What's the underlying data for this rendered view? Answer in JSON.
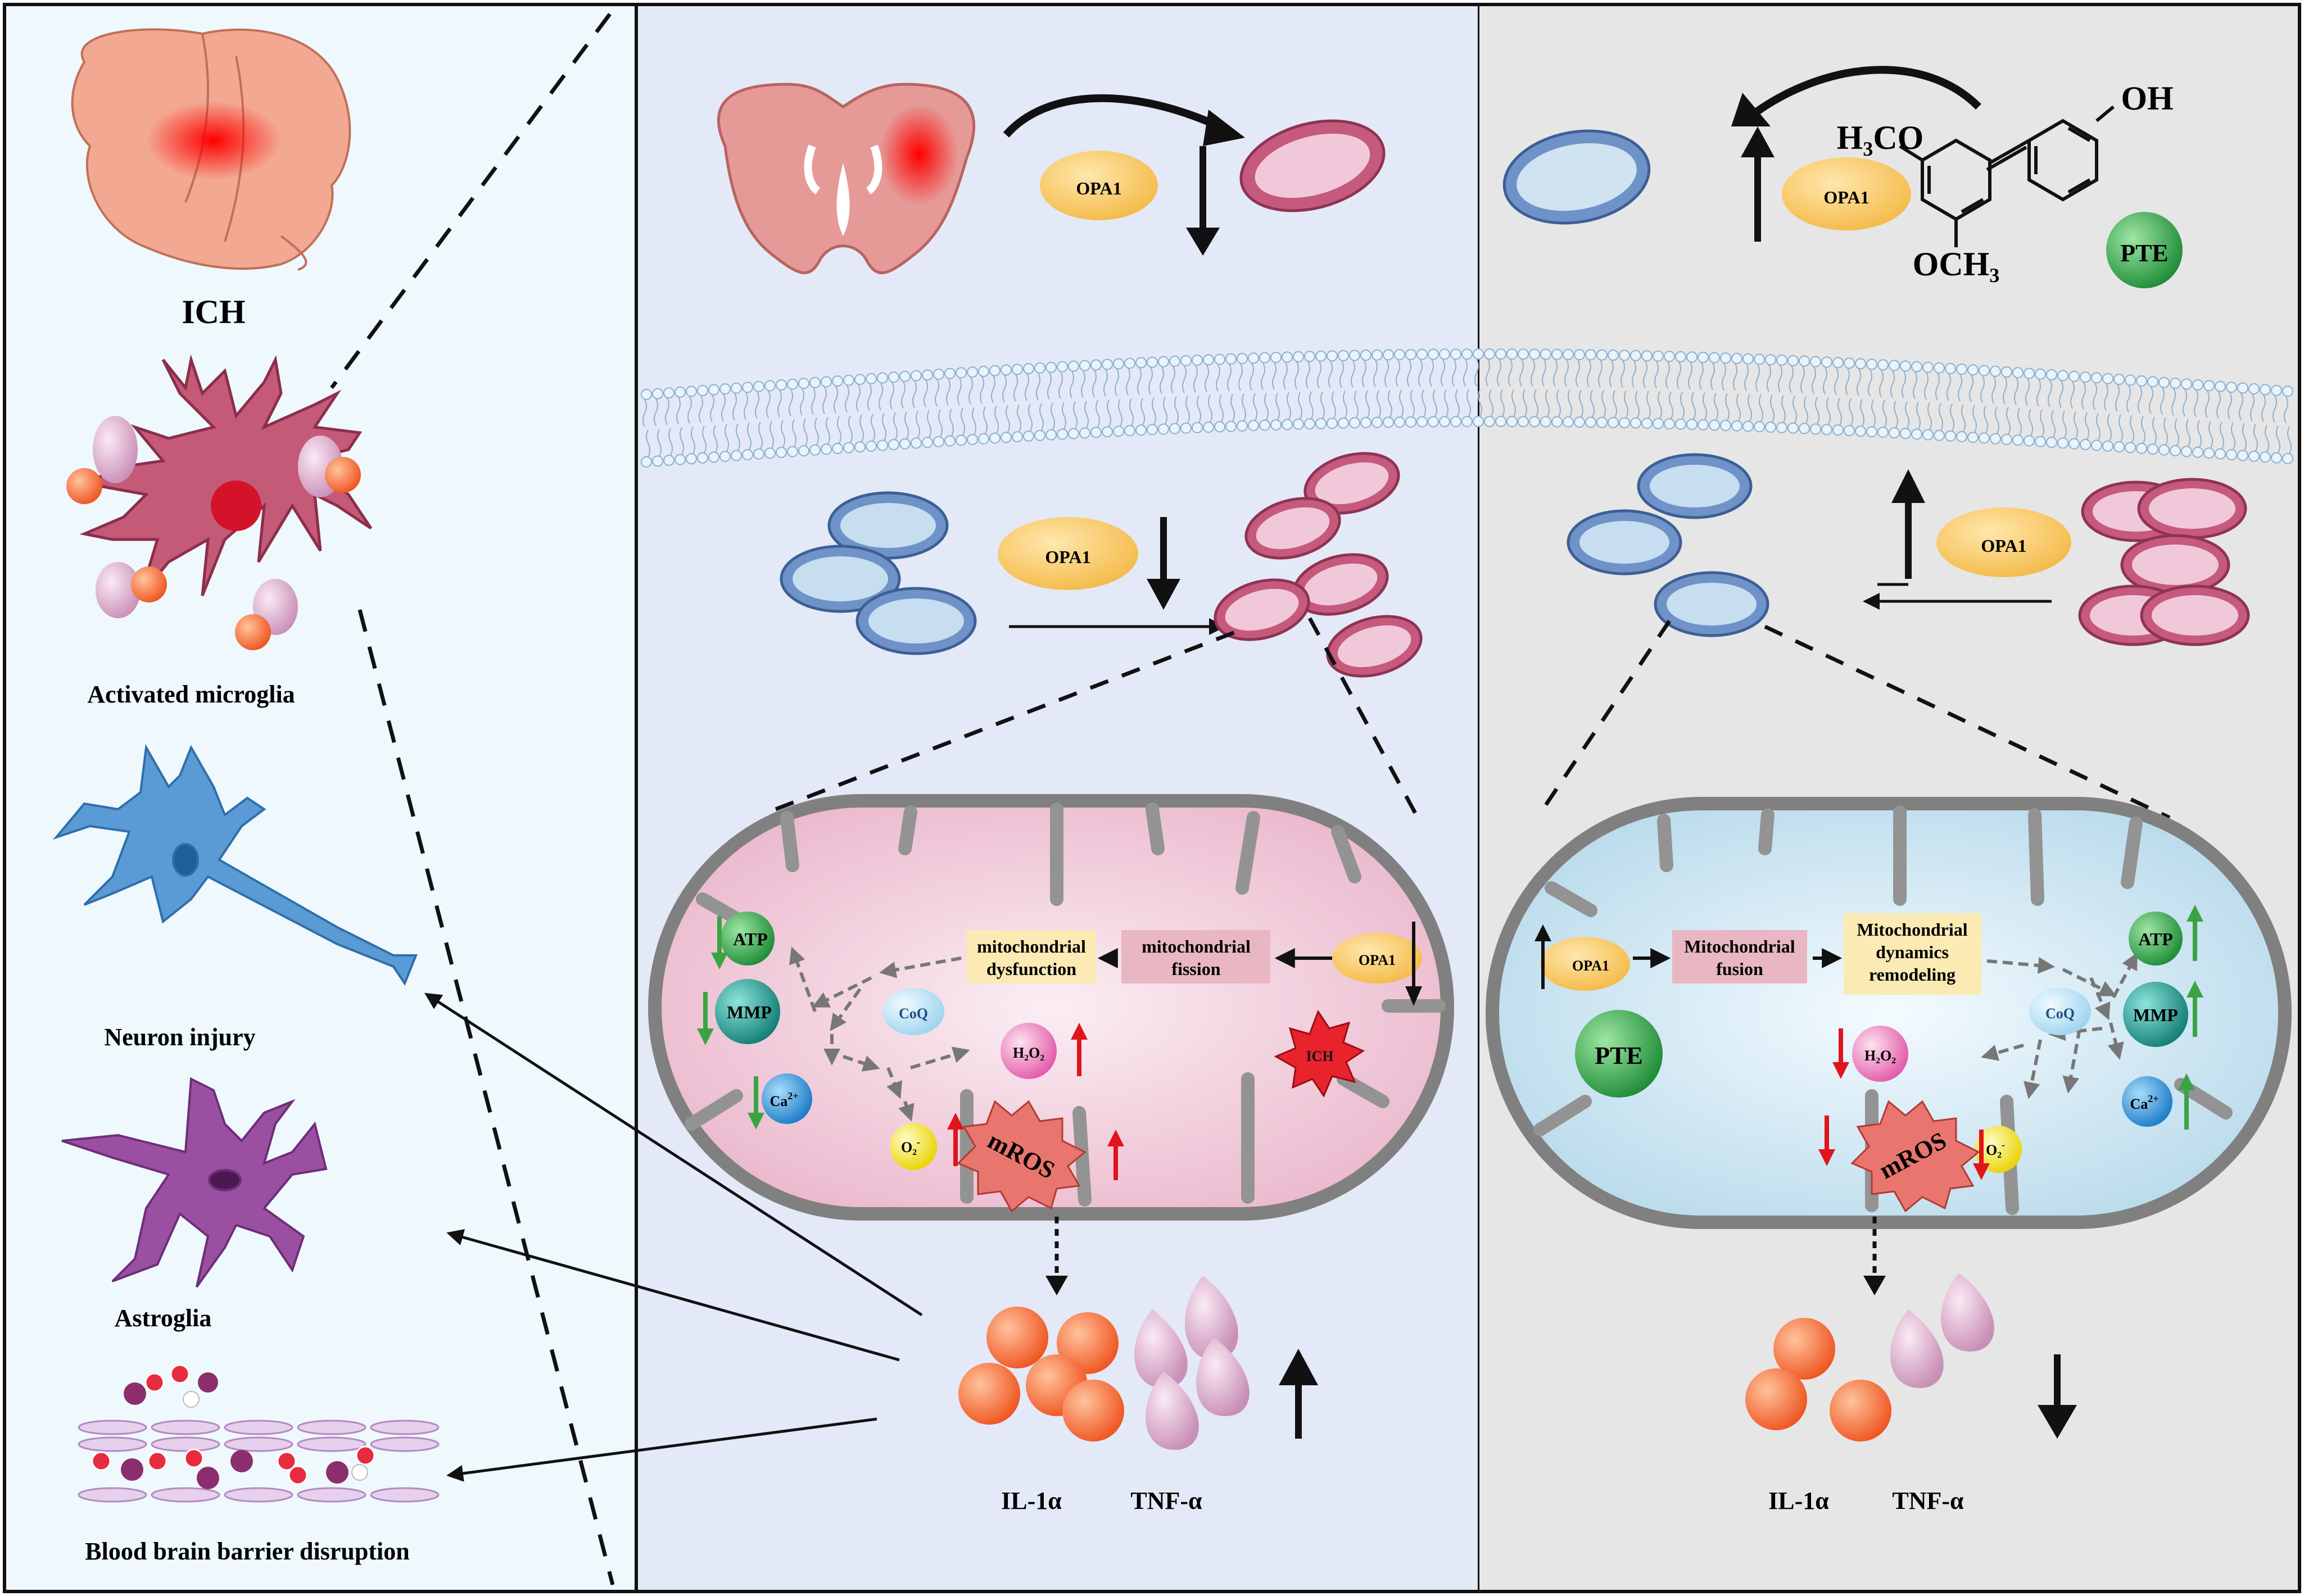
{
  "left_panel": {
    "ich_label": "ICH",
    "microglia_label": "Activated microglia",
    "neuron_label": "Neuron injury",
    "astroglia_label": "Astroglia",
    "bbb_label": "Blood brain barrier disruption"
  },
  "middle_panel": {
    "opa1_top": "OPA1",
    "opa1_mid": "OPA1",
    "opa1_inner": "OPA1",
    "fission_box": "mitochondrial fission",
    "fission_line1": "mitochondrial",
    "fission_line2": "fission",
    "dysfunction_line1": "mitochondrial",
    "dysfunction_line2": "dysfunction",
    "ich_badge": "ICH",
    "atp": "ATP",
    "mmp": "MMP",
    "coq": "CoQ",
    "ca": "Ca",
    "ca_sup": "2+",
    "h2o2": "H₂O₂",
    "o2": "O₂",
    "o2_sup": "-",
    "mros": "mROS",
    "il1a": "IL-1α",
    "tnfa": "TNF-α"
  },
  "right_panel": {
    "opa1_top": "OPA1",
    "opa1_mid": "OPA1",
    "opa1_inner": "OPA1",
    "h3co": "H₃CO",
    "oh": "OH",
    "och3": "OCH₃",
    "pte_top": "PTE",
    "pte_inner": "PTE",
    "fusion_line1": "Mitochondrial",
    "fusion_line2": "fusion",
    "remodel_line1": "Mitochondrial",
    "remodel_line2": "dynamics",
    "remodel_line3": "remodeling",
    "atp": "ATP",
    "mmp": "MMP",
    "coq": "CoQ",
    "ca": "Ca",
    "ca_sup": "2+",
    "h2o2": "H₂O₂",
    "o2": "O₂",
    "o2_sup": "-",
    "mros": "mROS",
    "il1a": "IL-1α",
    "tnfa": "TNF-α"
  },
  "colors": {
    "left_bg": "#eef8fd",
    "middle_bg": "#e4e9f8",
    "right_bg": "#e6e6e6",
    "opa1": "#f7c25a",
    "mito_pink": "#c65a7c",
    "mito_blue": "#6f93c8",
    "green_node": "#2fa84a",
    "teal_node": "#1f9e93",
    "blue_node": "#2f95dd",
    "yellow_node": "#f3e52b",
    "pink_node": "#ee6bb5",
    "mros_node": "#e8766f",
    "cytokine_orange": "#f46b3b",
    "cytokine_pink": "#d8a9c8",
    "arrow_red": "#e0141b",
    "arrow_green": "#3aa443"
  }
}
